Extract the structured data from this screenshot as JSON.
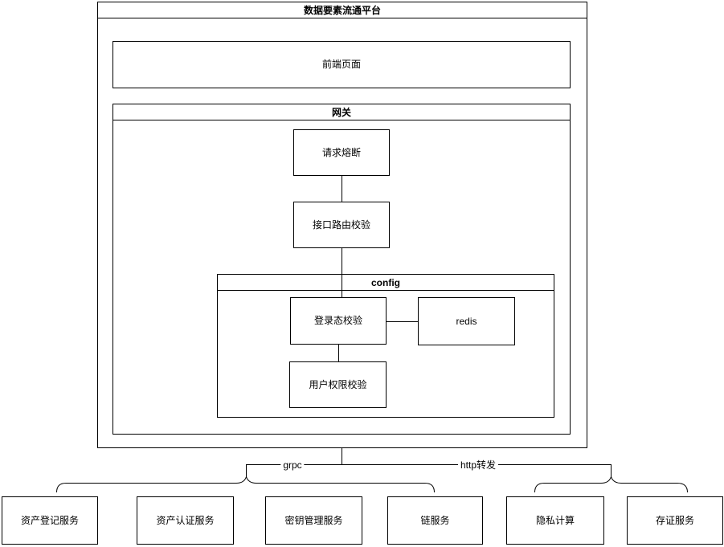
{
  "diagram": {
    "platform_title": "数据要素流通平台",
    "frontend_label": "前端页面",
    "gateway_title": "网关",
    "circuit_breaker_label": "请求熔断",
    "route_validation_label": "接口路由校验",
    "config_title": "config",
    "login_validation_label": "登录态校验",
    "redis_label": "redis",
    "permission_validation_label": "用户权限校验",
    "edge_labels": {
      "grpc": "grpc",
      "http_forward": "http转发"
    },
    "services": [
      {
        "label": "资产登记服务"
      },
      {
        "label": "资产认证服务"
      },
      {
        "label": "密钥管理服务"
      },
      {
        "label": "链服务"
      },
      {
        "label": "隐私计算"
      },
      {
        "label": "存证服务"
      }
    ],
    "colors": {
      "stroke": "#000000",
      "fill": "#ffffff",
      "text": "#000000",
      "background": "#ffffff"
    }
  }
}
